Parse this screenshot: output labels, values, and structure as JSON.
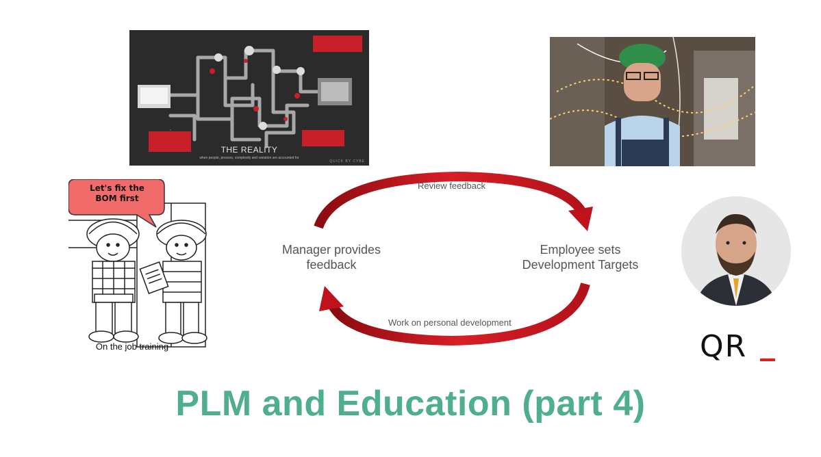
{
  "slide": {
    "title": "THE REALITY",
    "subtitle": "when people, process, complexity and variation are accounted for",
    "credit": "QUICK BY CYBE"
  },
  "cycle": {
    "top_arrow_label": "Review feedback",
    "bottom_arrow_label": "Work on personal development",
    "left_node": "Manager provides\nfeedback",
    "right_node": "Employee sets\nDevelopment Targets",
    "arrow_color": "#c0121b"
  },
  "cartoon": {
    "speech_bubble": "Let's fix the\nBOM first",
    "caption": "On the job training",
    "bubble_color": "#f26b6b"
  },
  "logo": {
    "text": "QR"
  },
  "title": "PLM and Education (part 4)",
  "colors": {
    "title": "#4fae8f",
    "accent_red": "#e02020",
    "slide_bg": "#2b2b2b"
  }
}
